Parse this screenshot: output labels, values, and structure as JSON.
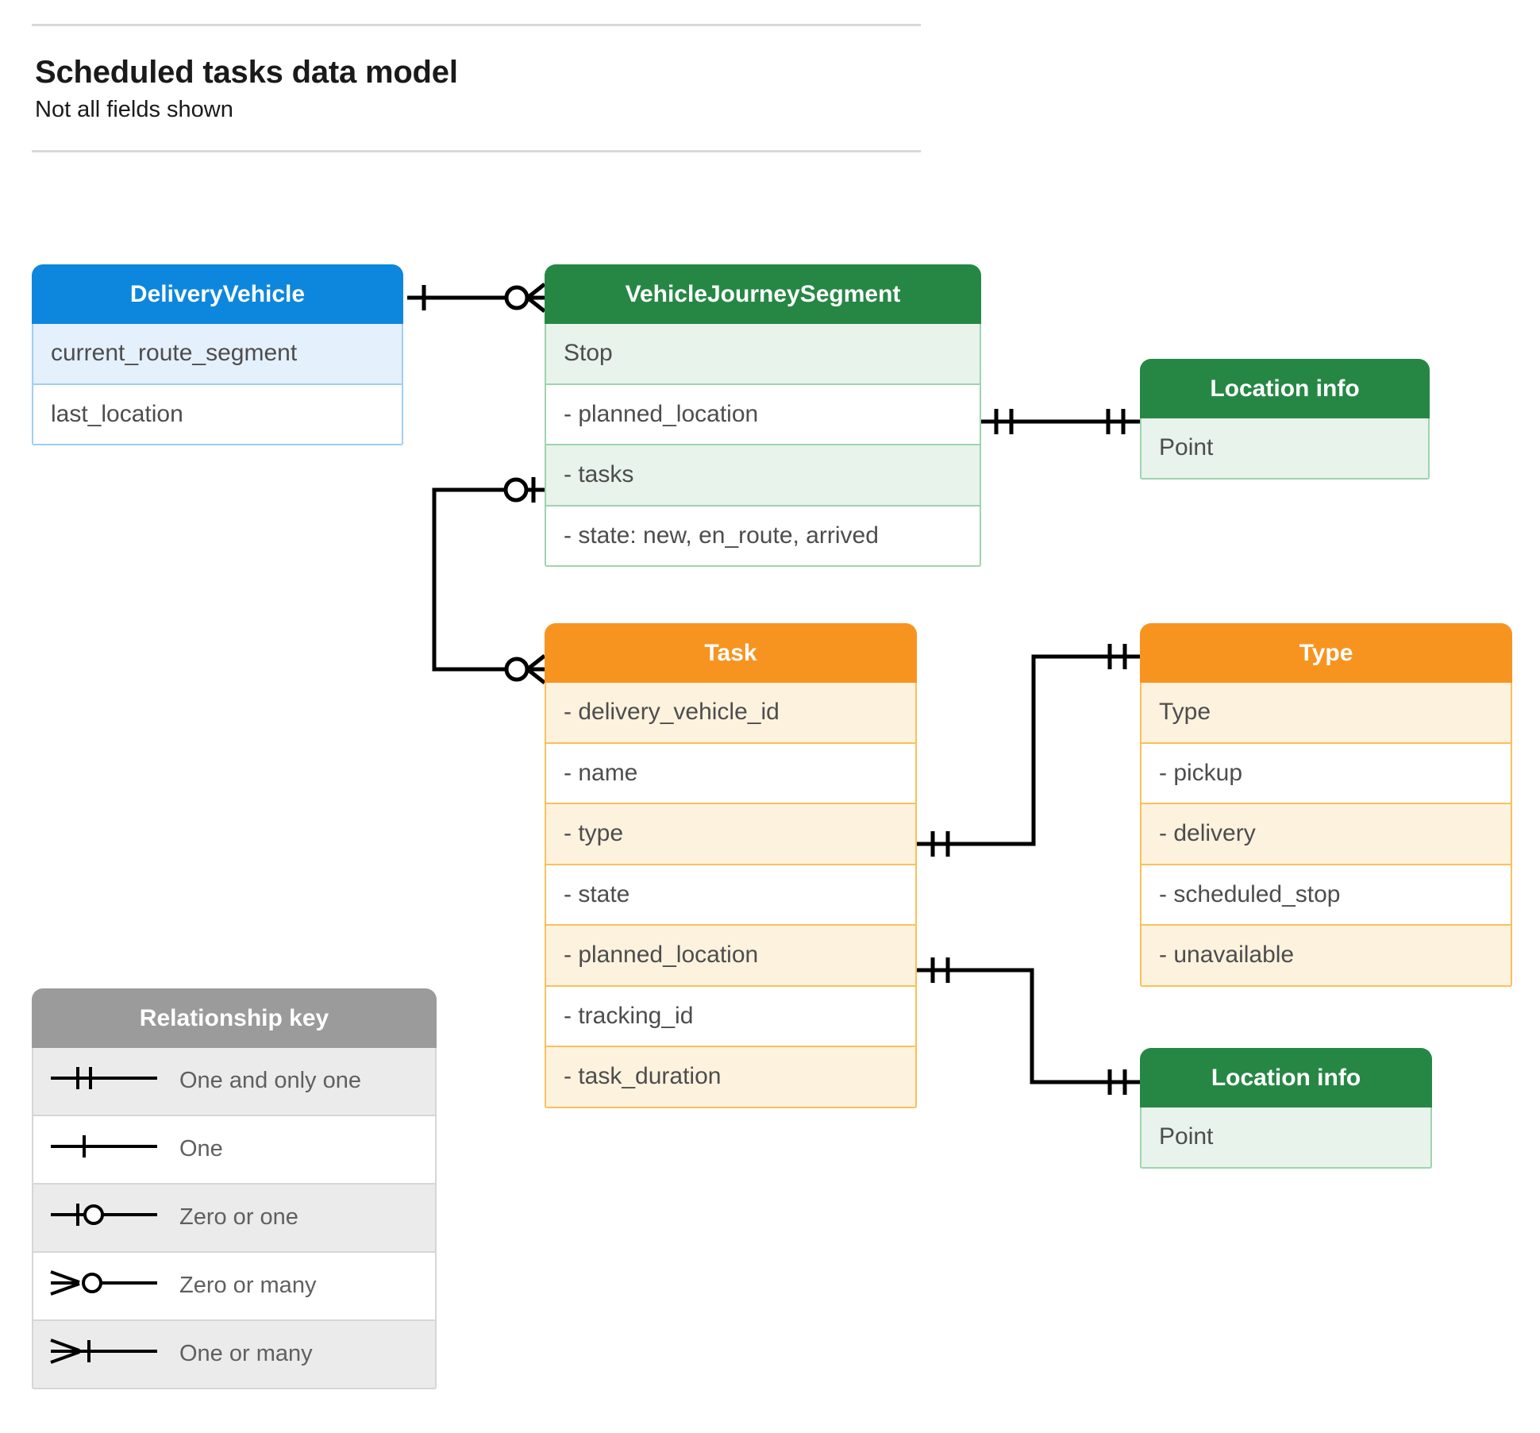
{
  "header": {
    "title": "Scheduled tasks data model",
    "subtitle": "Not all fields shown"
  },
  "colors": {
    "blue_header": "#0d87dd",
    "blue_row_alt": "#e4f0fc",
    "blue_border": "#9fcff2",
    "green_header": "#268745",
    "green_row_alt": "#e7f3eb",
    "green_border": "#9ed3ae",
    "orange_header": "#f79420",
    "orange_row_alt": "#fdf2de",
    "orange_border": "#fbc05a",
    "grey_header": "#9b9b9b",
    "grey_row_alt": "#ebebeb",
    "connector": "#000000"
  },
  "entities": {
    "delivery_vehicle": {
      "title": "DeliveryVehicle",
      "rows": [
        "current_route_segment",
        "last_location"
      ]
    },
    "vehicle_journey_segment": {
      "title": "VehicleJourneySegment",
      "rows": [
        "Stop",
        "-  planned_location",
        "- tasks",
        "- state: new, en_route, arrived"
      ]
    },
    "location_info_top": {
      "title": "Location info",
      "rows": [
        "Point"
      ]
    },
    "task": {
      "title": "Task",
      "rows": [
        "- delivery_vehicle_id",
        "- name",
        "- type",
        "- state",
        "- planned_location",
        "- tracking_id",
        "- task_duration"
      ]
    },
    "type": {
      "title": "Type",
      "rows": [
        "Type",
        "-   pickup",
        "-   delivery",
        "-   scheduled_stop",
        "-   unavailable"
      ]
    },
    "location_info_bottom": {
      "title": "Location info",
      "rows": [
        "Point"
      ]
    }
  },
  "legend": {
    "title": "Relationship key",
    "items": [
      {
        "label": "One and only one",
        "symbol": "one-and-only-one-symbol"
      },
      {
        "label": "One",
        "symbol": "one-symbol"
      },
      {
        "label": "Zero or one",
        "symbol": "zero-or-one-symbol"
      },
      {
        "label": "Zero or many",
        "symbol": "zero-or-many-symbol"
      },
      {
        "label": "One or many",
        "symbol": "one-or-many-symbol"
      }
    ]
  },
  "relationships": [
    {
      "from": "DeliveryVehicle",
      "to": "VehicleJourneySegment",
      "from_cardinality": "One",
      "to_cardinality": "Zero or many"
    },
    {
      "from": "VehicleJourneySegment.tasks",
      "to": "Task",
      "from_cardinality": "Zero or one",
      "to_cardinality": "Zero or many"
    },
    {
      "from": "VehicleJourneySegment.planned_location",
      "to": "Location info",
      "from_cardinality": "One and only one",
      "to_cardinality": "One and only one"
    },
    {
      "from": "Task.type",
      "to": "Type",
      "from_cardinality": "One and only one",
      "to_cardinality": "One and only one"
    },
    {
      "from": "Task.planned_location",
      "to": "Location info",
      "from_cardinality": "One and only one",
      "to_cardinality": "One and only one"
    }
  ]
}
